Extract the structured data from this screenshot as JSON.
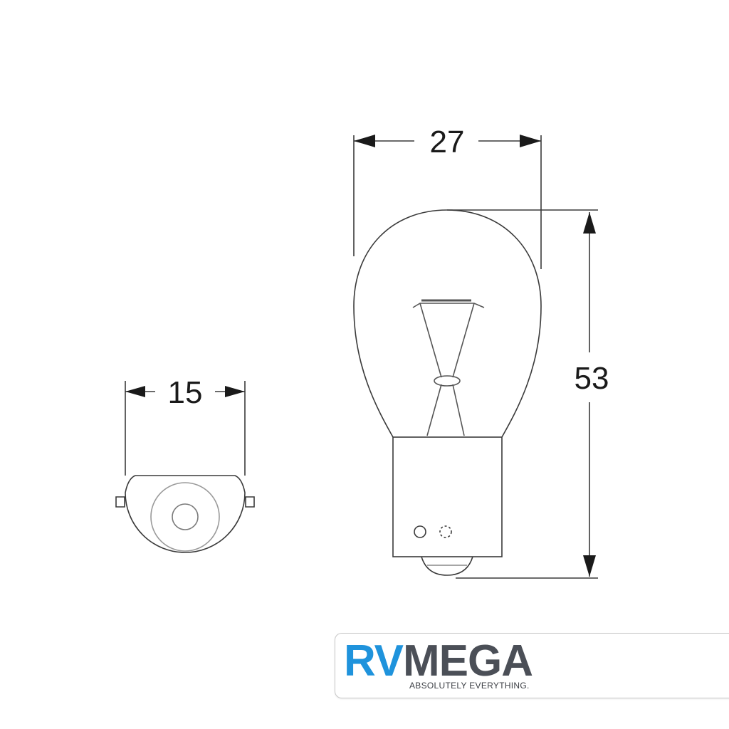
{
  "dimensions": {
    "base_width": "15",
    "bulb_width": "27",
    "bulb_height": "53"
  },
  "brand": {
    "name_part1": "RV",
    "name_part2": "MEGA",
    "tagline": "ABSOLUTELY EVERYTHING.",
    "colors": {
      "primary": "#1f93dc",
      "secondary": "#4b4f57"
    }
  }
}
